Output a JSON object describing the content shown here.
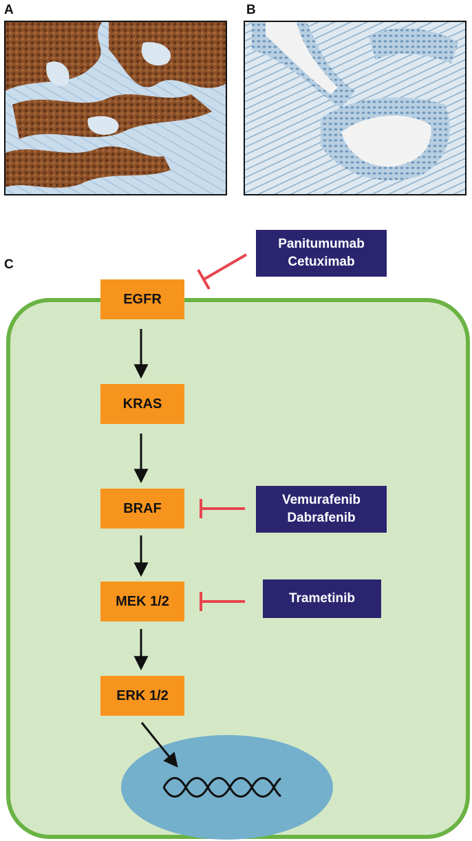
{
  "panels": {
    "a_label": "A",
    "b_label": "B",
    "c_label": "C"
  },
  "pathway": {
    "nodes": [
      "EGFR",
      "KRAS",
      "BRAF",
      "MEK 1/2",
      "ERK 1/2"
    ]
  },
  "inhibitors": {
    "egfr": [
      "Panitumumab",
      "Cetuximab"
    ],
    "braf": [
      "Vemurafenib",
      "Dabrafenib"
    ],
    "mek": [
      "Trametinib"
    ]
  },
  "colors": {
    "cell_fill": "#d5e8c6",
    "cell_border": "#6ab344",
    "node_fill": "#f7941d",
    "drug_fill": "#2b2570",
    "inhibit_line": "#e8454f",
    "nucleus": "#74b0cc",
    "stain_brown": "#7a3d17",
    "stain_blue": "#a9c8df"
  },
  "icons": [
    "dna-helix-icon"
  ]
}
